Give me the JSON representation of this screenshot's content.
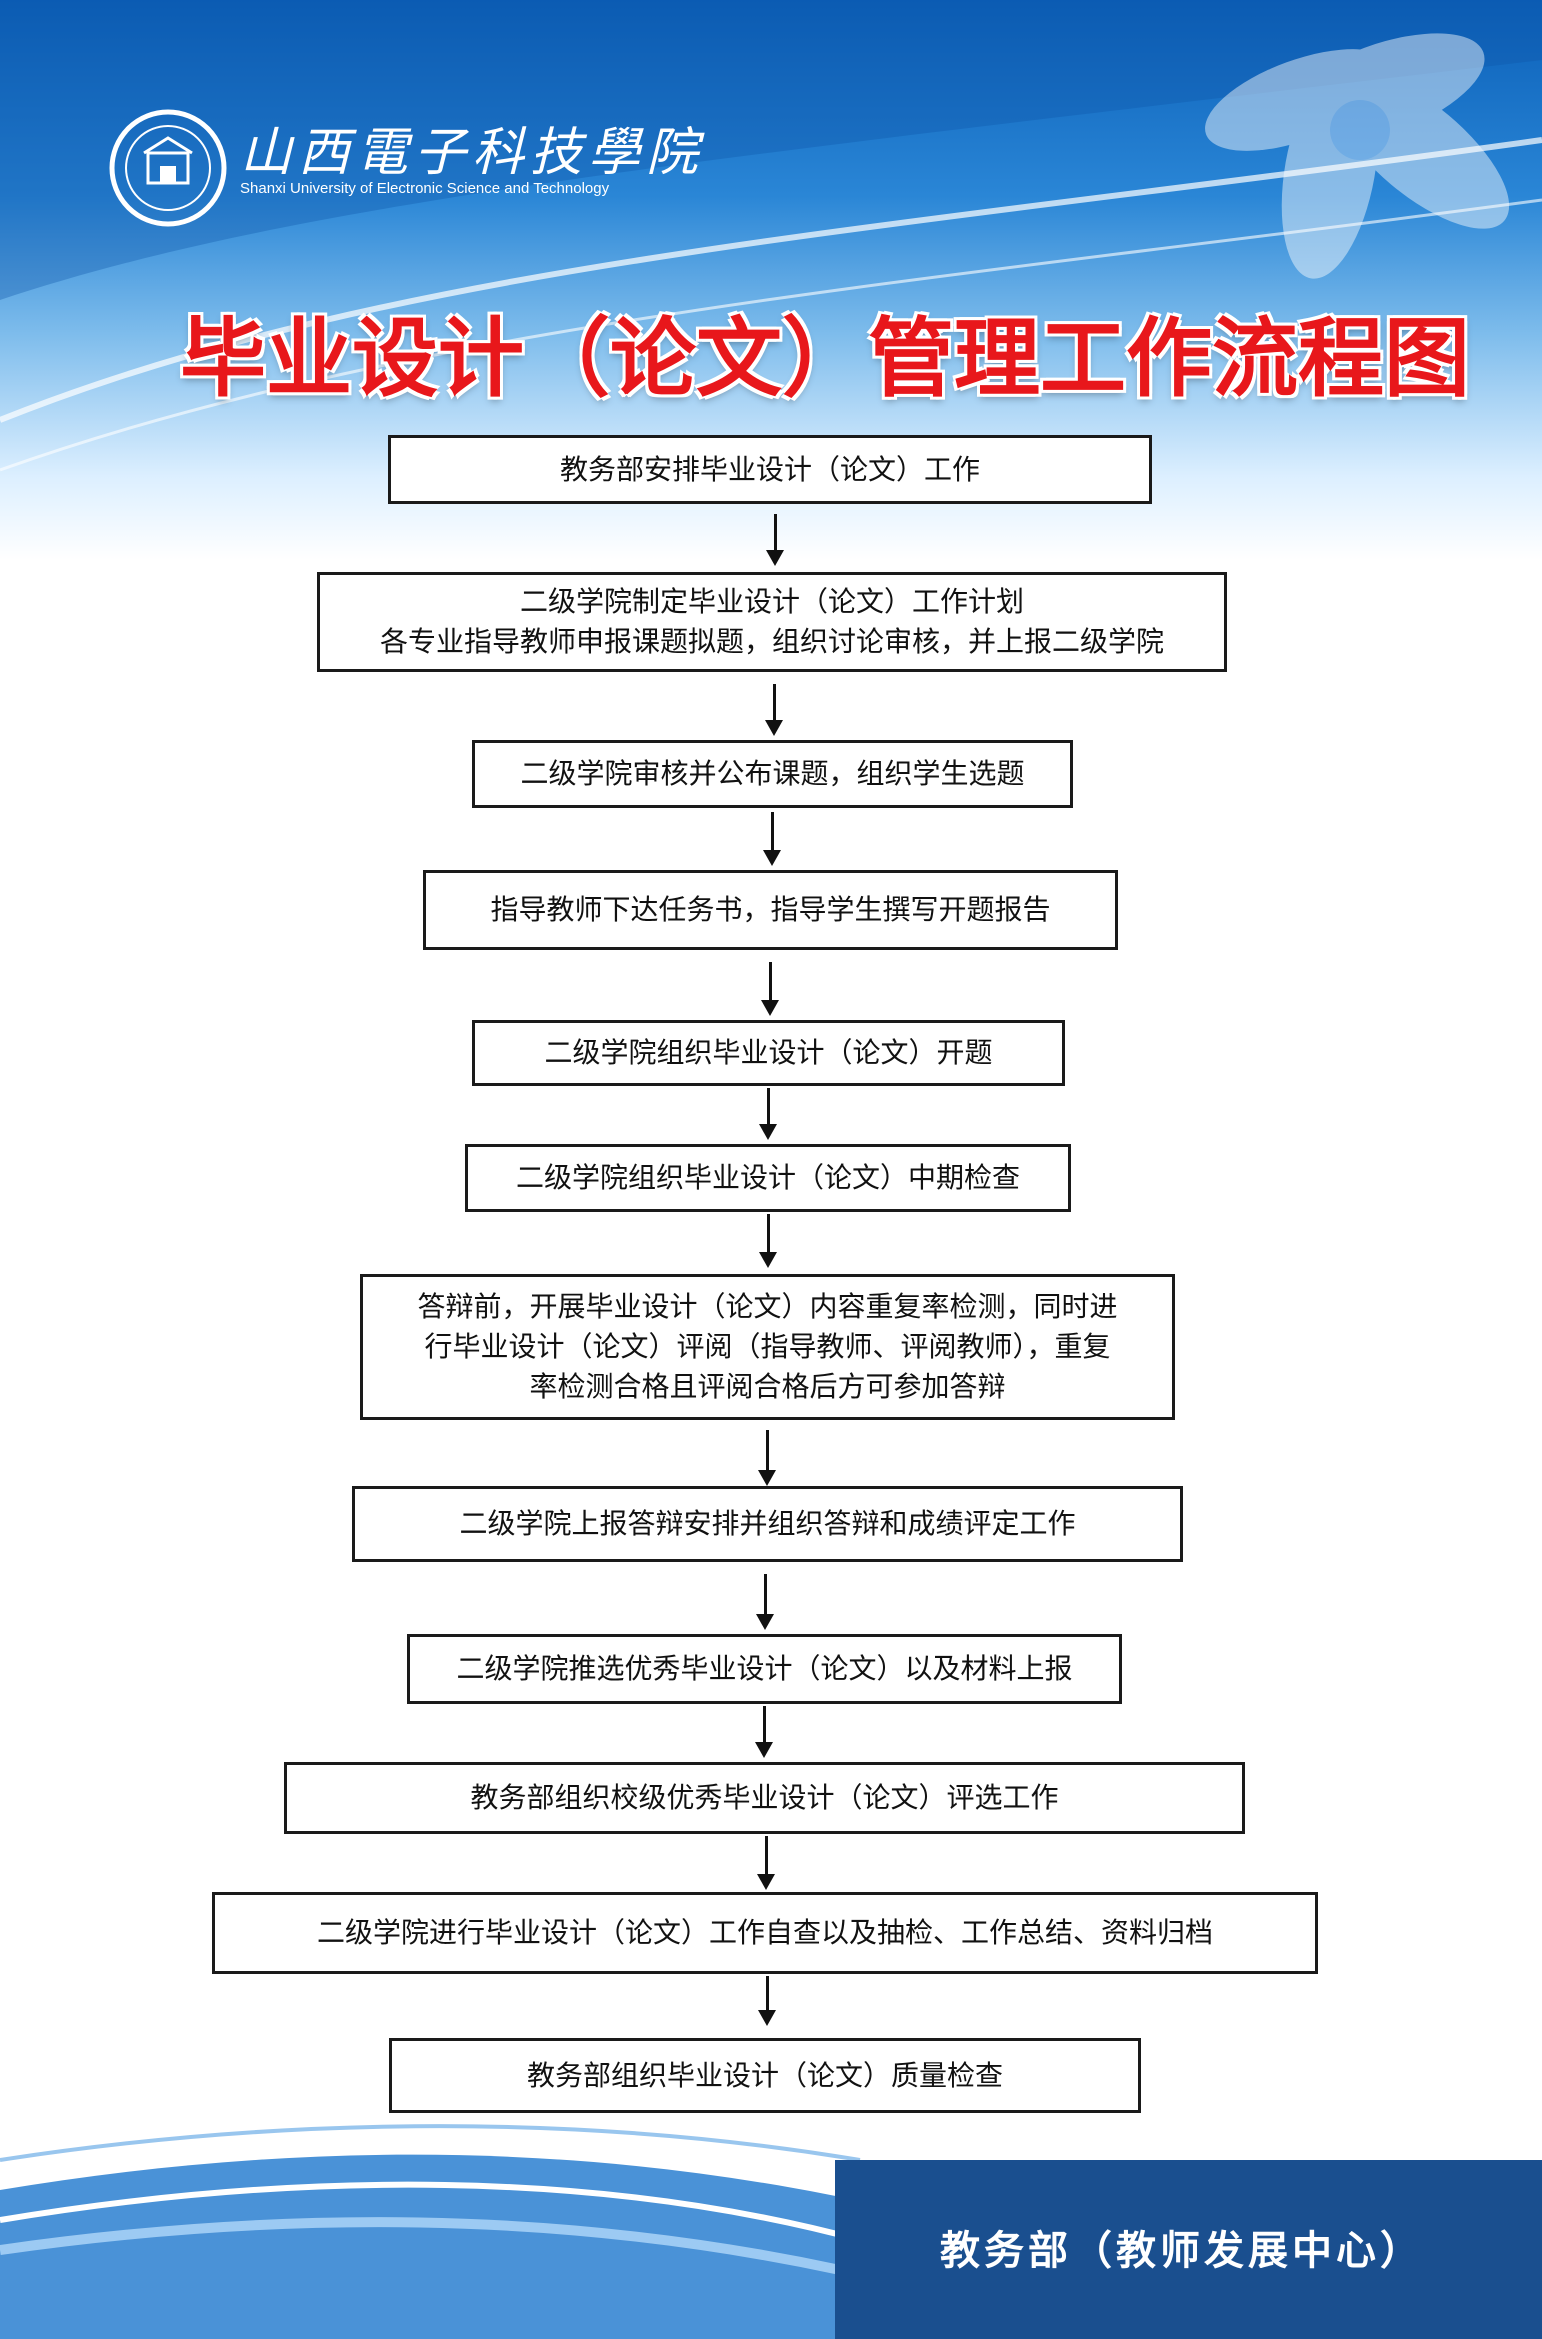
{
  "header": {
    "university_name_cn": "山西電子科技學院",
    "university_name_en": "Shanxi University of Electronic Science and Technology",
    "title": "毕业设计（论文）管理工作流程图"
  },
  "steps": [
    {
      "lines": [
        "教务部安排毕业设计（论文）工作"
      ]
    },
    {
      "lines": [
        "二级学院制定毕业设计（论文）工作计划",
        "各专业指导教师申报课题拟题，组织讨论审核，并上报二级学院"
      ]
    },
    {
      "lines": [
        "二级学院审核并公布课题，组织学生选题"
      ]
    },
    {
      "lines": [
        "指导教师下达任务书，指导学生撰写开题报告"
      ]
    },
    {
      "lines": [
        "二级学院组织毕业设计（论文）开题"
      ]
    },
    {
      "lines": [
        "二级学院组织毕业设计（论文）中期检查"
      ]
    },
    {
      "lines": [
        "答辩前，开展毕业设计（论文）内容重复率检测，同时进",
        "行毕业设计（论文）评阅（指导教师、评阅教师），重复",
        "率检测合格且评阅合格后方可参加答辩"
      ]
    },
    {
      "lines": [
        "二级学院上报答辩安排并组织答辩和成绩评定工作"
      ]
    },
    {
      "lines": [
        "二级学院推选优秀毕业设计（论文）以及材料上报"
      ]
    },
    {
      "lines": [
        "教务部组织校级优秀毕业设计（论文）评选工作"
      ]
    },
    {
      "lines": [
        "二级学院进行毕业设计（论文）工作自查以及抽检、工作总结、资料归档"
      ]
    },
    {
      "lines": [
        "教务部组织毕业设计（论文）质量检查"
      ]
    }
  ],
  "footer": {
    "department": "教务部（教师发展中心）"
  },
  "colors": {
    "title_red": "#e8171b",
    "header_blue": "#0a5fb8",
    "footer_blue": "#1a4f8f"
  }
}
